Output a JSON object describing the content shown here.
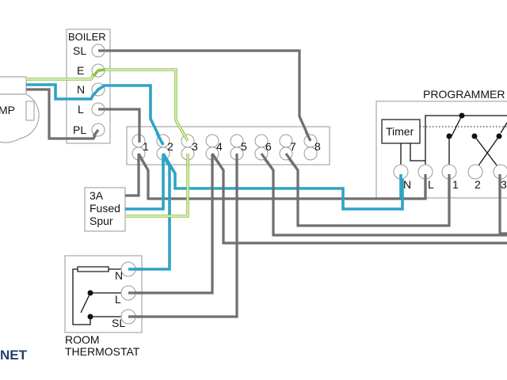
{
  "diagram": {
    "title": "Central heating wiring diagram (S-plan style)",
    "components": {
      "boiler": {
        "label": "BOILER",
        "terminals": [
          "SL",
          "E",
          "N",
          "L",
          "PL"
        ]
      },
      "pump": {
        "label_visible": "MP"
      },
      "junction_box": {
        "terminals": [
          "1",
          "2",
          "3",
          "4",
          "5",
          "6",
          "7",
          "8"
        ]
      },
      "fused_spur": {
        "line1": "3A",
        "line2": "Fused",
        "line3": "Spur"
      },
      "room_thermostat": {
        "label_line1": "ROOM",
        "label_line2": "THERMOSTAT",
        "terminals": [
          "N",
          "L",
          "SL"
        ]
      },
      "programmer": {
        "label": "PROGRAMMER",
        "timer_label": "Timer",
        "terminals": [
          "N",
          "L",
          "1",
          "2",
          "3"
        ]
      }
    },
    "wire_colors": {
      "live_switched": "#6f6f6f",
      "neutral": "#2ea3c5",
      "earth": "#8cc63f"
    },
    "watermark": "NET"
  }
}
